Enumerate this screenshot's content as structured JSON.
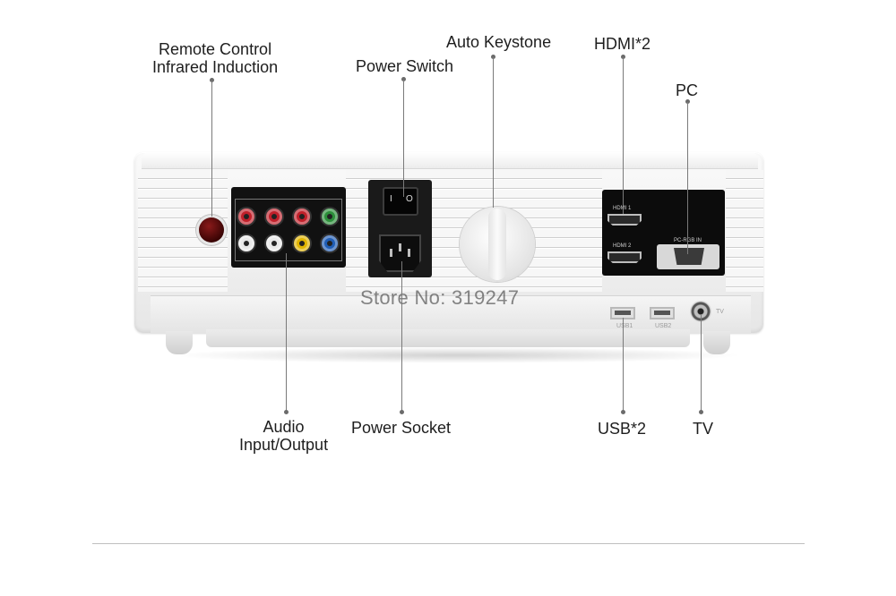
{
  "callouts": {
    "remote_line1": "Remote Control",
    "remote_line2": "Infrared Induction",
    "power_switch": "Power Switch",
    "auto_keystone": "Auto Keystone",
    "hdmi": "HDMI*2",
    "pc": "PC",
    "audio_line1": "Audio",
    "audio_line2": "Input/Output",
    "power_socket": "Power Socket",
    "usb": "USB*2",
    "tv": "TV"
  },
  "device": {
    "watermark": "Store No: 319247",
    "switch_on": "I",
    "switch_off": "O",
    "hdmi1_tag": "HDMI 1",
    "hdmi2_tag": "HDMI 2",
    "vga_tag": "PC-RGB IN",
    "usb1_tag": "USB1",
    "usb2_tag": "USB2",
    "tv_tag": "TV"
  },
  "colors": {
    "jack_red": "#c0202a",
    "jack_white": "#e8e8e8",
    "jack_green": "#2c8f3a",
    "jack_yellow": "#e0b400",
    "jack_blue": "#1f5db5",
    "leader_line": "#7a7a7a"
  }
}
